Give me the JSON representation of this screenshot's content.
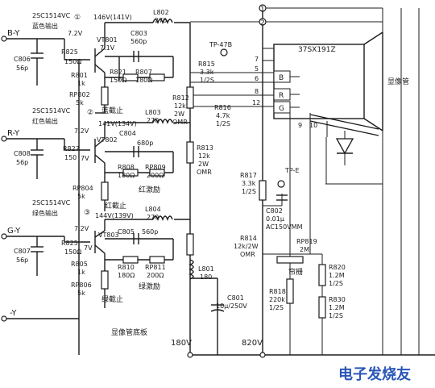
{
  "rails": {
    "b_y": "B-Y",
    "r_y": "R-Y",
    "g_y": "G-Y",
    "neg_y": "-Y",
    "v180": "180V",
    "v820": "820V"
  },
  "crt": {
    "model": "37SX191Z",
    "name": "显像管",
    "pins": {
      "p7": "7",
      "p5": "5",
      "p6": "6",
      "p8": "8",
      "p12": "12",
      "p9": "9",
      "p10": "10"
    },
    "guns": {
      "b": "B",
      "r": "R",
      "g": "G"
    }
  },
  "nodes": {
    "n1": "1",
    "n2": "2"
  },
  "blue": {
    "transistor": "2SC1514VC",
    "channel": "蓝色输出",
    "tr_name": "VT801",
    "vb": "7.2V",
    "ve": "7.1V",
    "vc": "146V(141V)",
    "step": "①",
    "c_in": "C806",
    "c_in_v": "56p",
    "r_base": "R825",
    "r_base_v": "150Ω",
    "r_e1": "R801",
    "r_e1_v": "1k",
    "r_e2": "R821",
    "r_e2_v": "150Ω",
    "c_p": "C803",
    "c_p_v": "560p",
    "r_p": "R807",
    "r_p_v": "180Ω",
    "pot": "RP802",
    "pot_v": "5k",
    "cutoff": "蓝截止",
    "l": "L802",
    "l_v": "270",
    "rl": "R812",
    "rl_v1": "12k",
    "rl_v2": "2W",
    "rl_v3": "OMR"
  },
  "red": {
    "transistor": "2SC1514VC",
    "channel": "红色输出",
    "tr_name": "VT802",
    "vb": "7.2V",
    "ve": "7V",
    "vc": "141V(134V)",
    "step": "②",
    "c_in": "C808",
    "c_in_v": "56p",
    "r_base": "R827",
    "r_base_v": "150",
    "c_p": "C804",
    "c_p_v": "680p",
    "r_p1": "R808",
    "r_p1_v": "180Ω",
    "pot_d": "RP809",
    "pot_d_v": "200Ω",
    "pot": "RP804",
    "pot_v": "5k",
    "cutoff": "红截止",
    "drive": "红激励",
    "l": "L803",
    "l_v": "270",
    "rl": "R813",
    "rl_v1": "12k",
    "rl_v2": "2W",
    "rl_v3": "OMR"
  },
  "green": {
    "transistor": "2SC1514VC",
    "channel": "绿色输出",
    "tr_name": "VT803",
    "vb": "7.2V",
    "ve": "7V",
    "vc": "144V(139V)",
    "step": "③",
    "c_in": "C807",
    "c_in_v": "56p",
    "r_base": "R825",
    "r_base_v": "150Ω",
    "r_e1": "R805",
    "r_e1_v": "1k",
    "c_p": "C805",
    "c_p_v": "560p",
    "r_p1": "R810",
    "r_p1_v": "180Ω",
    "pot_d": "RP811",
    "pot_d_v": "200Ω",
    "pot": "RP806",
    "pot_v": "5k",
    "cutoff": "绿截止",
    "drive": "绿激励",
    "l": "L804",
    "l_v": "270",
    "rl": "R814",
    "rl_v1": "12k/2W",
    "rl_v2": "OMR"
  },
  "tp47b": "TP-47B",
  "r815": {
    "name": "R815",
    "v1": "3.3k",
    "v2": "1/2S"
  },
  "r816": {
    "name": "R816",
    "v1": "4.7k",
    "v2": "1/2S"
  },
  "r817": {
    "name": "R817",
    "v1": "3.3k",
    "v2": "1/2S"
  },
  "tpe": "TP-E",
  "c802": {
    "name": "C802",
    "v1": "0.01μ",
    "v2": "AC150VMM"
  },
  "rp819": {
    "name": "RP819",
    "v": "2M"
  },
  "screen": "帘栅",
  "r820": {
    "name": "R820",
    "v1": "1.2M",
    "v2": "1/2S"
  },
  "r830": {
    "name": "R830",
    "v1": "1.2M",
    "v2": "1/2S"
  },
  "r818": {
    "name": "R818",
    "v1": "220k",
    "v2": "1/2S"
  },
  "l801": {
    "name": "L801",
    "v": "180"
  },
  "c801": {
    "name": "C801",
    "v": "10μ/250V"
  },
  "board": "显像管底板",
  "watermark": "电子发烧友"
}
